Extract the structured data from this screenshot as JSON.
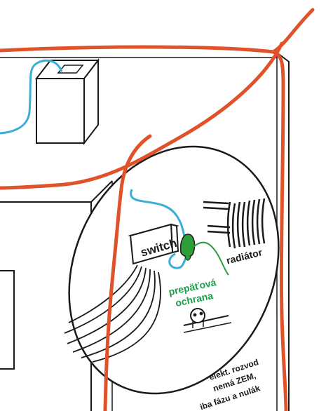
{
  "labels": {
    "switch": "switch",
    "radiator": "radiátor",
    "surge_protection_line1": "prepäťová",
    "surge_protection_line2": "ochrana",
    "wiring_note_line1": "elekt. rozvod",
    "wiring_note_line2": "nemá ZEM,",
    "wiring_note_line3": "iba fázu a nulák"
  },
  "colors": {
    "orange_cable": "#e0522a",
    "blue_cable": "#3aaed8",
    "green_cable": "#2e9e3a",
    "green_label": "#1a9e4a",
    "outline": "#1a1a1a"
  }
}
